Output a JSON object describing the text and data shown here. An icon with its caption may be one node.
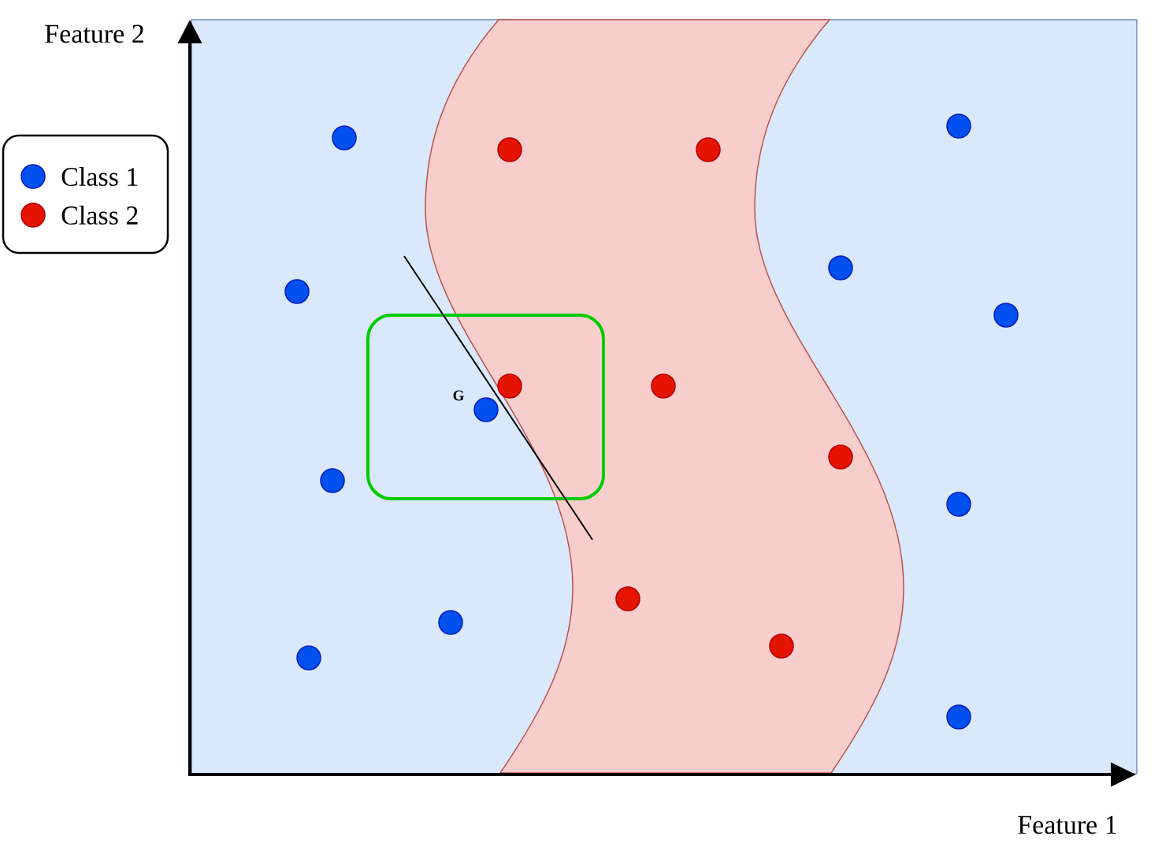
{
  "diagram": {
    "labels": [
      "Feature 2",
      "Feature 1",
      "G"
    ],
    "legend": [
      {
        "text": "Class 1",
        "color": "#0050ef"
      },
      {
        "text": "Class 2",
        "color": "#e51400"
      }
    ]
  }
}
